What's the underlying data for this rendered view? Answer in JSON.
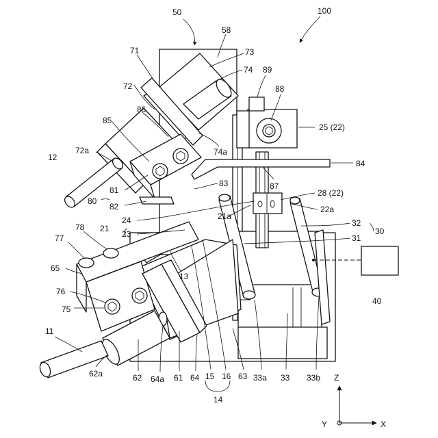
{
  "figure": {
    "assembly": "100",
    "unit": "50",
    "controller": "40",
    "axes": {
      "z": "Z",
      "y": "Y",
      "x": "X"
    },
    "labels": {
      "l58": "58",
      "l71": "71",
      "l73": "73",
      "l74": "74",
      "l72": "72",
      "l89": "89",
      "l88": "88",
      "l86": "86",
      "l85": "85",
      "l25": "25 (22)",
      "l72a": "72a",
      "l12": "12",
      "l74a": "74a",
      "l84": "84",
      "l87": "87",
      "l81": "81",
      "l80": "80",
      "l82": "82",
      "l83": "83",
      "l28": "28 (22)",
      "l22a": "22a",
      "l21": "21",
      "l24": "24",
      "l23": "23",
      "l21a": "21a",
      "l32": "32",
      "l30": "30",
      "l31": "31",
      "l77": "77",
      "l78": "78",
      "l65": "65",
      "l13": "13",
      "l76": "76",
      "l75": "75",
      "l11": "11",
      "l62a": "62a",
      "l62": "62",
      "l64a": "64a",
      "l61": "61",
      "l64": "64",
      "l15": "15",
      "l16": "16",
      "l63": "63",
      "l33a": "33a",
      "l33": "33",
      "l33b": "33b",
      "l14": "14"
    }
  }
}
